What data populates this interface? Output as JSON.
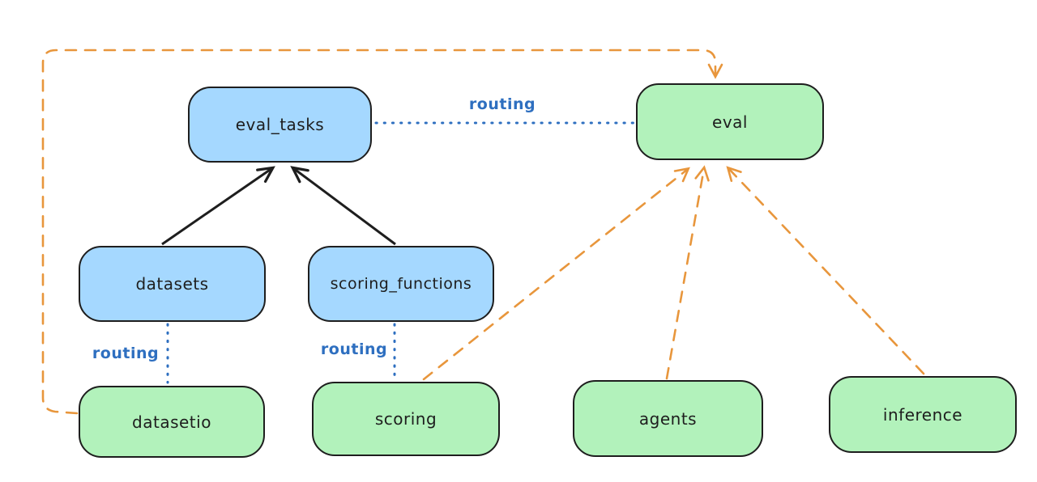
{
  "diagram": {
    "background": "#ffffff",
    "colors": {
      "node_border": "#1e1e1e",
      "blue_fill": "#a5d8ff",
      "green_fill": "#b2f2bb",
      "black_arrow": "#1e1e1e",
      "orange_arrow": "#e8963c",
      "routing_blue": "#2e6fc0",
      "text": "#1e1e1e"
    },
    "nodes": {
      "eval_tasks": {
        "label": "eval_tasks",
        "fill": "#a5d8ff"
      },
      "eval": {
        "label": "eval",
        "fill": "#b2f2bb"
      },
      "datasets": {
        "label": "datasets",
        "fill": "#a5d8ff"
      },
      "scoring_functions": {
        "label": "scoring_functions",
        "fill": "#a5d8ff"
      },
      "datasetio": {
        "label": "datasetio",
        "fill": "#b2f2bb"
      },
      "scoring": {
        "label": "scoring",
        "fill": "#b2f2bb"
      },
      "agents": {
        "label": "agents",
        "fill": "#b2f2bb"
      },
      "inference": {
        "label": "inference",
        "fill": "#b2f2bb"
      }
    },
    "edges": [
      {
        "name": "datasets-to-eval_tasks",
        "from": "datasets",
        "to": "eval_tasks",
        "style": "solid",
        "color": "#1e1e1e",
        "arrowhead": "end",
        "label": ""
      },
      {
        "name": "scoring_functions-to-eval_tasks",
        "from": "scoring_functions",
        "to": "eval_tasks",
        "style": "solid",
        "color": "#1e1e1e",
        "arrowhead": "end",
        "label": ""
      },
      {
        "name": "eval_tasks-to-eval",
        "from": "eval_tasks",
        "to": "eval",
        "style": "dotted",
        "color": "#2e6fc0",
        "arrowhead": "none",
        "label": "routing"
      },
      {
        "name": "datasets-to-datasetio",
        "from": "datasets",
        "to": "datasetio",
        "style": "dotted",
        "color": "#2e6fc0",
        "arrowhead": "none",
        "label": "routing"
      },
      {
        "name": "scoring_functions-to-scoring",
        "from": "scoring_functions",
        "to": "scoring",
        "style": "dotted",
        "color": "#2e6fc0",
        "arrowhead": "none",
        "label": "routing"
      },
      {
        "name": "datasetio-to-eval",
        "from": "datasetio",
        "to": "eval",
        "style": "dashed",
        "color": "#e8963c",
        "arrowhead": "end",
        "label": ""
      },
      {
        "name": "scoring-to-eval",
        "from": "scoring",
        "to": "eval",
        "style": "dashed",
        "color": "#e8963c",
        "arrowhead": "end",
        "label": ""
      },
      {
        "name": "agents-to-eval",
        "from": "agents",
        "to": "eval",
        "style": "dashed",
        "color": "#e8963c",
        "arrowhead": "end",
        "label": ""
      },
      {
        "name": "inference-to-eval",
        "from": "inference",
        "to": "eval",
        "style": "dashed",
        "color": "#e8963c",
        "arrowhead": "end",
        "label": ""
      }
    ]
  }
}
